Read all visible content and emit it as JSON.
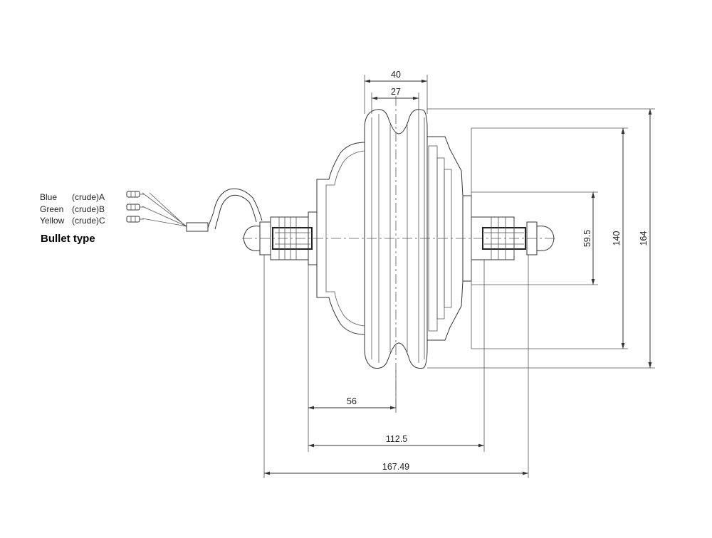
{
  "wires": [
    {
      "color_name": "Blue",
      "phase": "(crude)A"
    },
    {
      "color_name": "Green",
      "phase": "(crude)B"
    },
    {
      "color_name": "Yellow",
      "phase": "(crude)C"
    }
  ],
  "connector_type": "Bullet type",
  "dimensions": {
    "tire_width": "40",
    "rim_width": "27",
    "hub_to_rim_center": "56",
    "dropout_spacing": "112.5",
    "axle_length": "167.49",
    "flange_diameter": "59.5",
    "hub_diameter": "140",
    "overall_diameter": "164"
  },
  "colors": {
    "line": "#333333",
    "background": "#ffffff"
  }
}
